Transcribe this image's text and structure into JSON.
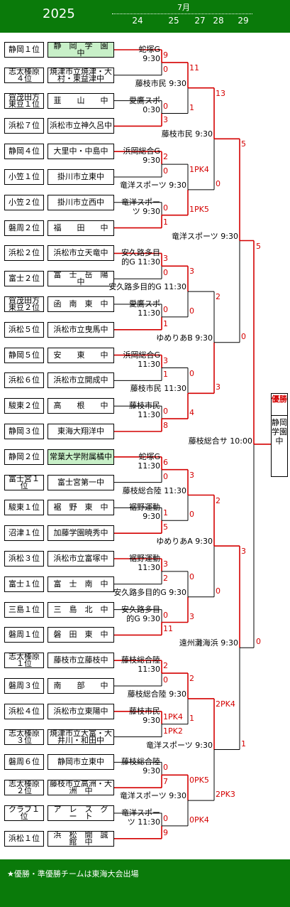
{
  "header": {
    "year": "2025",
    "month": "7月",
    "dates": [
      "24",
      "25",
      "27",
      "28",
      "29"
    ]
  },
  "teams": [
    {
      "seed": "静岡１位",
      "name": "静　岡　学　園　中",
      "champion": true
    },
    {
      "seed": "志太榛原４位",
      "name": "焼津市立焼津・大村・東益津中"
    },
    {
      "seed": "賀茂田方東豆１位",
      "name": "韮　　山　　中"
    },
    {
      "seed": "浜松７位",
      "name": "浜松市立神久呂中"
    },
    {
      "seed": "静岡４位",
      "name": "大里中・中島中"
    },
    {
      "seed": "小笠１位",
      "name": "掛川市立東中"
    },
    {
      "seed": "小笠２位",
      "name": "掛川市立西中"
    },
    {
      "seed": "磐周２位",
      "name": "福　　田　　中"
    },
    {
      "seed": "浜松２位",
      "name": "浜松市立天竜中"
    },
    {
      "seed": "富士２位",
      "name": "富　士　岳　陽　中"
    },
    {
      "seed": "賀茂田方東豆２位",
      "name": "函　南　東　中"
    },
    {
      "seed": "浜松５位",
      "name": "浜松市立曳馬中"
    },
    {
      "seed": "静岡５位",
      "name": "安　　東　　中"
    },
    {
      "seed": "浜松６位",
      "name": "浜松市立開成中"
    },
    {
      "seed": "駿東２位",
      "name": "高　　根　　中"
    },
    {
      "seed": "静岡３位",
      "name": "東海大翔洋中"
    },
    {
      "seed": "静岡２位",
      "name": "常葉大学附属橘中",
      "champion": true
    },
    {
      "seed": "富士宮１位",
      "name": "富士宮第一中"
    },
    {
      "seed": "駿東１位",
      "name": "裾　野　東　中"
    },
    {
      "seed": "沼津１位",
      "name": "加藤学園暁秀中"
    },
    {
      "seed": "浜松３位",
      "name": "浜松市立富塚中"
    },
    {
      "seed": "富士１位",
      "name": "富　士　南　中"
    },
    {
      "seed": "三島１位",
      "name": "三　島　北　中"
    },
    {
      "seed": "磐周１位",
      "name": "磐　田　東　中"
    },
    {
      "seed": "志太榛原１位",
      "name": "藤枝市立藤枝中"
    },
    {
      "seed": "磐周３位",
      "name": "南　　部　　中"
    },
    {
      "seed": "浜松４位",
      "name": "浜松市立東陽中"
    },
    {
      "seed": "志太榛原３位",
      "name": "焼津市立大富・大井川・和田中"
    },
    {
      "seed": "磐周６位",
      "name": "静岡市立東中"
    },
    {
      "seed": "志太榛原２位",
      "name": "藤枝市立高洲・大　洲　中"
    },
    {
      "seed": "クラブ１位",
      "name": "ア　レ　ス　グ　ー　ト"
    },
    {
      "seed": "浜松１位",
      "name": "浜　松　開　誠　館　中"
    }
  ],
  "r1": [
    {
      "venue": "蛇塚G",
      "time": "9:30",
      "top": "9",
      "bottom": "0"
    },
    {
      "venue": "愛鷹スポ",
      "time": "0:30",
      "top": "0",
      "bottom": "3"
    },
    {
      "venue": "浜岡総合G",
      "time": "9:30",
      "top": "2",
      "bottom": "0"
    },
    {
      "venue": "竜洋スポー",
      "time": "ツ 9:30",
      "top": "0",
      "bottom": "1"
    },
    {
      "venue": "安久路多目",
      "time": "的G 11:30",
      "top": "3",
      "bottom": "0"
    },
    {
      "venue": "愛鷹スポ",
      "time": "11:30",
      "top": "0",
      "bottom": "1"
    },
    {
      "venue": "浜岡総合G",
      "time": "11:30",
      "top": "3",
      "bottom": "1"
    },
    {
      "venue": "藤枝市民",
      "time": "11:30",
      "top": "0",
      "bottom": "8"
    },
    {
      "venue": "蛇塚G",
      "time": "11:30",
      "top": "6",
      "bottom": "0"
    },
    {
      "venue": "裾野運動",
      "time": "9:30",
      "top": "1",
      "bottom": "5"
    },
    {
      "venue": "裾野運動",
      "time": "11:30",
      "top": "3",
      "bottom": "2"
    },
    {
      "venue": "安久路多目",
      "time": "的G 9:30",
      "top": "0",
      "bottom": "11"
    },
    {
      "venue": "藤枝総合陸",
      "time": "11:30",
      "top": "2",
      "bottom": "0"
    },
    {
      "venue": "藤枝市民",
      "time": "9:30",
      "top": "1PK4",
      "bottom": "1PK2"
    },
    {
      "venue": "藤枝総合陸",
      "time": "9:30",
      "top": "0",
      "bottom": "7"
    },
    {
      "venue": "竜洋スポー",
      "time": "ツ 11:30",
      "top": "0",
      "bottom": "9"
    }
  ],
  "r2": [
    {
      "label": "藤枝市民 9:30",
      "top": "11",
      "bottom": "1"
    },
    {
      "label": "竜洋スポーツ 9:30",
      "top": "1PK4",
      "bottom": "1PK5"
    },
    {
      "label": "安久路多目的G 11:30",
      "top": "3",
      "bottom": "0"
    },
    {
      "label": "藤枝市民 11:30",
      "top": "0",
      "bottom": "4"
    },
    {
      "label": "藤枝総合陸 11:30",
      "top": "3",
      "bottom": "0"
    },
    {
      "label": "安久路多目的G 9:30",
      "top": "0",
      "bottom": "3"
    },
    {
      "label": "藤枝総合陸 9:30",
      "top": "2",
      "bottom": "1"
    },
    {
      "label": "竜洋スポーツ 9:30",
      "top": "0PK5",
      "bottom": "0PK4"
    }
  ],
  "r3": [
    {
      "label": "藤枝市民 9:30",
      "top": "13",
      "bottom": "0"
    },
    {
      "label": "ゆめりあB 9:30",
      "top": "2",
      "bottom": "3"
    },
    {
      "label": "ゆめりあA 9:30",
      "top": "2",
      "bottom": "0"
    },
    {
      "label": "竜洋スポーツ 9:30",
      "top": "2PK4",
      "bottom": "2PK3"
    }
  ],
  "r4": [
    {
      "label": "竜洋スポーツ 9:30",
      "top": "5",
      "bottom": "0"
    },
    {
      "label": "遠州灘海浜 9:30",
      "top": "3",
      "bottom": "1"
    }
  ],
  "final": {
    "label": "藤枝総合サ 10:00",
    "top": "5",
    "bottom": "0"
  },
  "champion": {
    "label": "優勝",
    "team": "静岡学園中"
  },
  "footer": {
    "note": "★優勝・準優勝チームは東海大会出場"
  },
  "colors": {
    "header": "#0a7a0a",
    "winner_line": "#d40000",
    "loser_line": "#000000",
    "champion_cell": "#c8f0c8"
  }
}
